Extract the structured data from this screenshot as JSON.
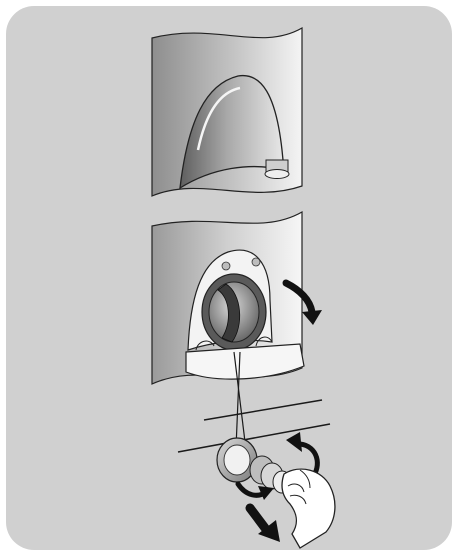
{
  "illustration": {
    "colors": {
      "frame": "#d0d0d0",
      "panel_light": "#f2f2f2",
      "panel_dark": "#8e8e8e",
      "arrow": "#111111",
      "line": "#1a1a1a"
    },
    "icons": {
      "rotate_arrow_upper": "curved-arrow-clockwise",
      "rotate_arrow_lower": "curved-arrow-counterclockwise",
      "pull_arrow": "straight-arrow-pull"
    }
  }
}
